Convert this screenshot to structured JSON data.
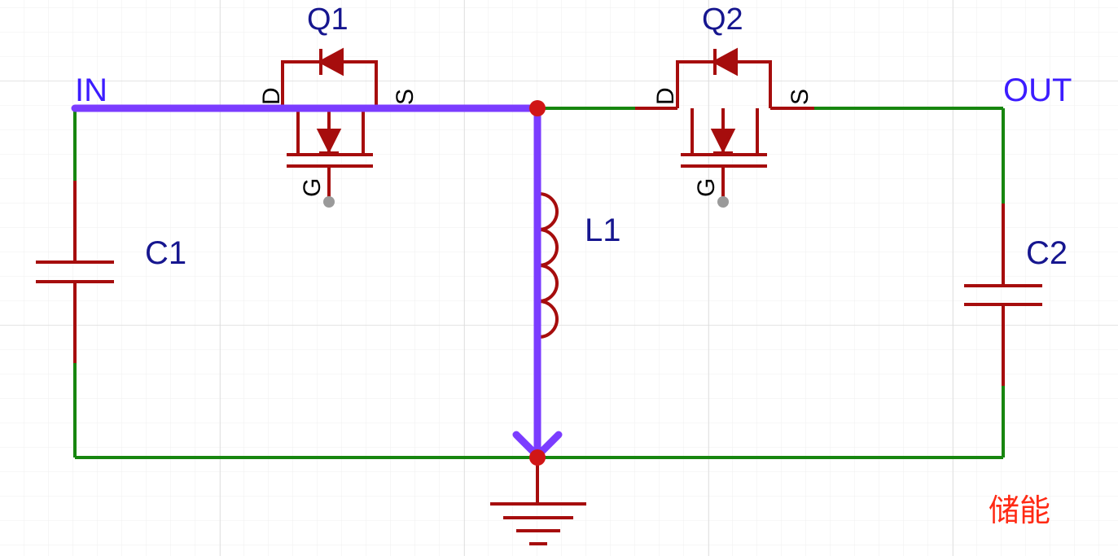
{
  "colors": {
    "grid": "#e6e6e6",
    "wire": "#17860f",
    "component": "#a60d0d",
    "highlight": "#7b3cff",
    "junction": "#d01616",
    "net_label": "#3c1cff",
    "designator": "#16168f",
    "note": "#ff2a14"
  },
  "nets": {
    "input": "IN",
    "output": "OUT"
  },
  "components": {
    "q1": {
      "designator": "Q1",
      "pin_drain": "D",
      "pin_source": "S",
      "pin_gate": "G"
    },
    "q2": {
      "designator": "Q2",
      "pin_drain": "D",
      "pin_source": "S",
      "pin_gate": "G"
    },
    "c1": {
      "designator": "C1"
    },
    "c2": {
      "designator": "C2"
    },
    "l1": {
      "designator": "L1"
    },
    "ground": {
      "symbol": "ground-icon"
    }
  },
  "annotation": {
    "phase": "储能"
  }
}
